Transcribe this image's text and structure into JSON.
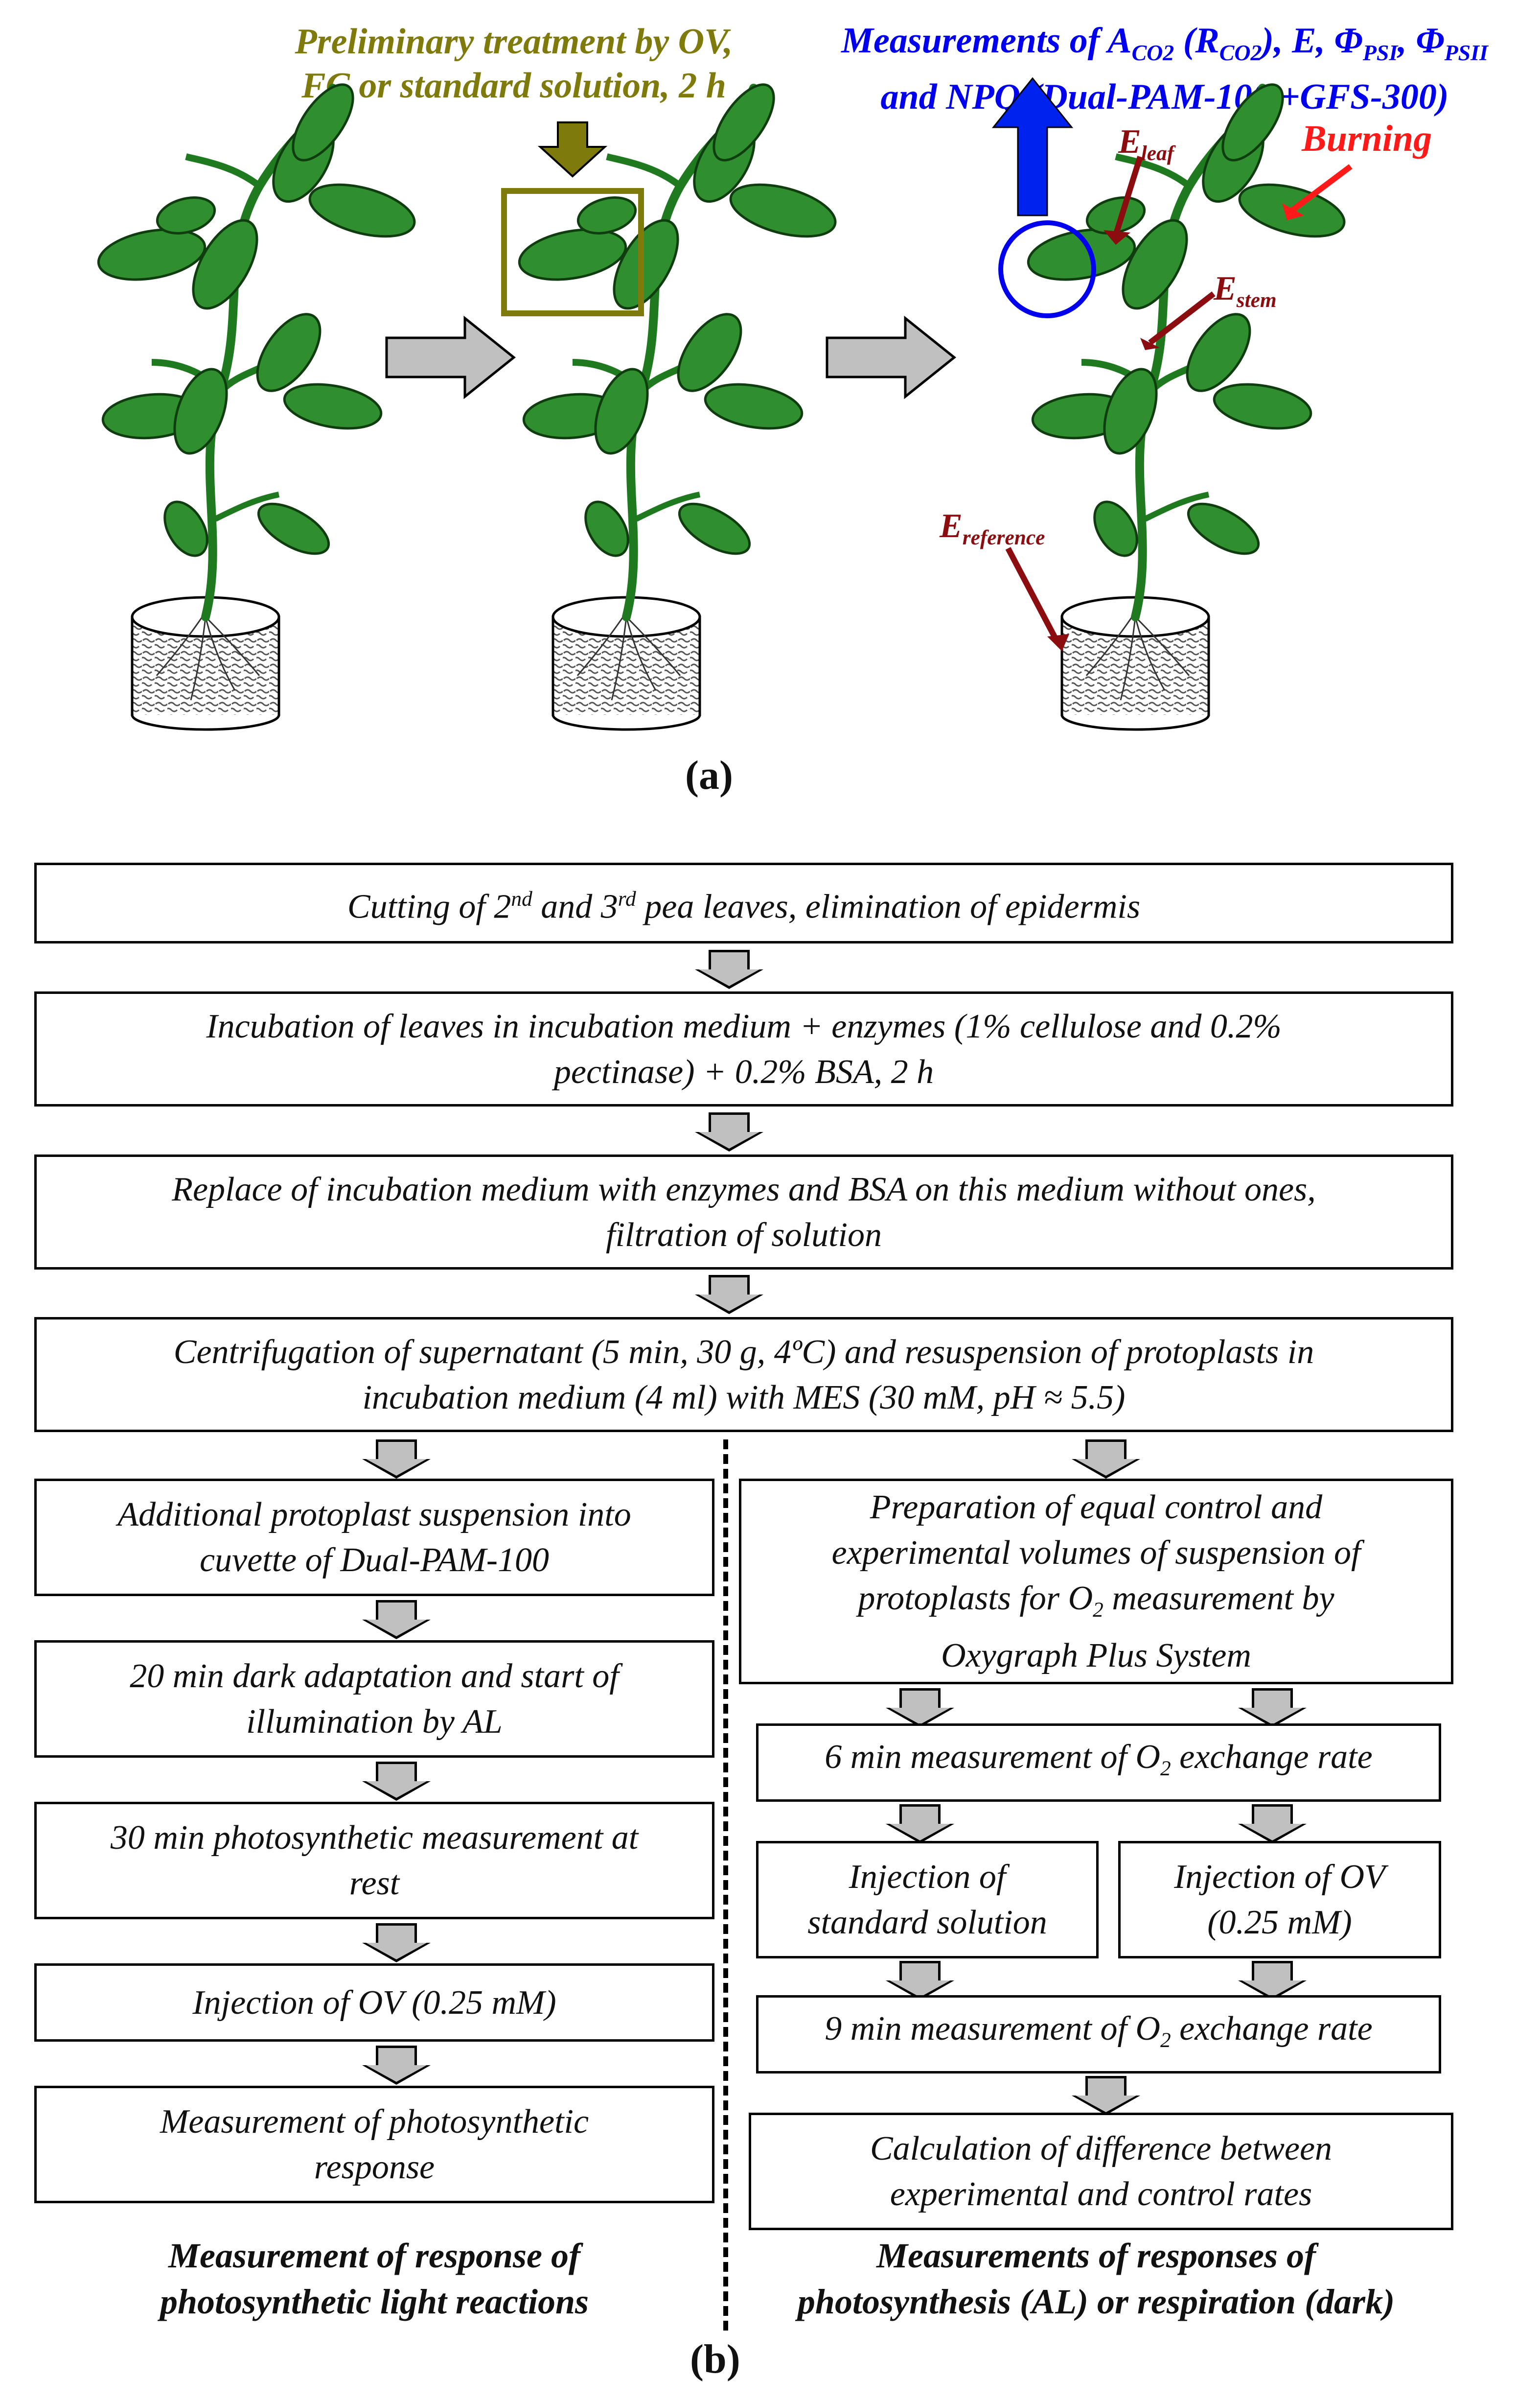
{
  "panel_a": {
    "label": "(a)",
    "pretreatment_line1": "Preliminary treatment by OV,",
    "pretreatment_line2": "FC or standard solution, 2 h",
    "measure_line1_html": "Measurements of A<sub>CO2</sub> (R<sub>CO2</sub>), E, Φ<sub>PSI</sub>, Φ<sub>PSII</sub>",
    "measure_line2": "and NPQ (Dual-PAM-100 +GFS-300)",
    "burning": "Burning",
    "e_leaf_main": "E",
    "e_leaf_sub": "leaf",
    "e_stem_main": "E",
    "e_stem_sub": "stem",
    "e_ref_main": "E",
    "e_ref_sub": "reference",
    "colors": {
      "olive": "#7f7a0c",
      "blue": "#0000ee",
      "red": "#ff1a1a",
      "maroon": "#8b0d10",
      "leaf": "#2f8f2f",
      "stem": "#1f7a1f"
    }
  },
  "panel_b": {
    "label": "(b)",
    "top_steps": [
      {
        "html": "Cutting of 2<sup>nd</sup> and 3<sup>rd</sup> pea leaves, elimination of epidermis"
      },
      {
        "html": "Incubation of leaves in incubation medium + enzymes (1% cellulose and 0.2%<br>pectinase) + 0.2% BSA, 2 h"
      },
      {
        "html": "Replace of incubation medium with enzymes and BSA on this medium without ones,<br>filtration of solution"
      },
      {
        "html": "Centrifugation of supernatant (5 min, 30 g, 4ºC) and resuspension of protoplasts in<br>incubation medium (4 ml) with MES (30 mM, pH ≈ 5.5)"
      }
    ],
    "left_steps": [
      {
        "html": "Additional protoplast suspension into<br>cuvette of Dual-PAM-100"
      },
      {
        "html": "20 min dark adaptation and start of<br>illumination by AL"
      },
      {
        "html": "30 min photosynthetic measurement at<br>rest"
      },
      {
        "html": "Injection of OV (0.25 mM)"
      },
      {
        "html": "Measurement of photosynthetic<br>response"
      }
    ],
    "right_steps": {
      "prep": "Preparation of equal control and<br>experimental volumes of suspension of<br>protoplasts for O<sub>2</sub> measurement by<br>Oxygraph Plus System",
      "six_min": "6 min measurement of O<sub>2</sub> exchange rate",
      "inj_std": "Injection of<br>standard solution",
      "inj_ov": "Injection of OV<br>(0.25 mM)",
      "nine_min": "9 min measurement of O<sub>2</sub> exchange rate",
      "calc": "Calculation of difference between<br>experimental and control rates"
    },
    "caption_left_line1": "Measurement of response of",
    "caption_left_line2": "photosynthetic light reactions",
    "caption_right_line1": "Measurements of responses of",
    "caption_right_line2": "photosynthesis (AL) or respiration (dark)"
  }
}
